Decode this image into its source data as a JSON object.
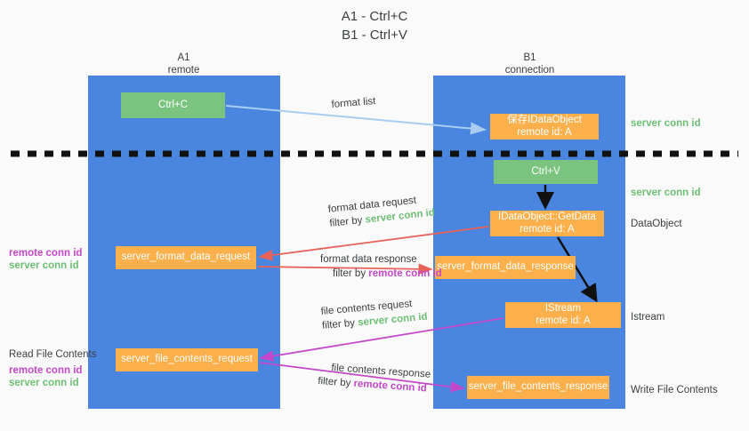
{
  "title": {
    "line1": "A1 - Ctrl+C",
    "line2": "B1 - Ctrl+V"
  },
  "columns": [
    {
      "name": "A1",
      "sub": "remote"
    },
    {
      "name": "B1",
      "sub": "connection"
    }
  ],
  "boxes": {
    "ctrl_c": "Ctrl+C",
    "save_idataobject_l1": "保存IDataObject",
    "save_idataobject_l2": "remote id: A",
    "ctrl_v": "Ctrl+V",
    "getdata_l1": "IDataObject::GetData",
    "getdata_l2": "remote id: A",
    "server_format_data_request": "server_format_data_request",
    "server_format_data_response": "server_format_data_response",
    "istream_l1": "IStream",
    "istream_l2": "remote id: A",
    "server_file_contents_request": "server_file_contents_request",
    "server_file_contents_response": "server_file_contents_response"
  },
  "edge_labels": {
    "format_list": "format list",
    "format_data_request": "format data request",
    "format_data_request_filter_prefix": "filter by ",
    "format_data_request_filter_value": "server conn id",
    "format_data_response": "format data response",
    "format_data_response_filter_prefix": "filter by ",
    "format_data_response_filter_value": "remote conn id",
    "file_contents_request": "file contents request",
    "file_contents_request_filter_prefix": "filter by ",
    "file_contents_request_filter_value": "server conn id",
    "file_contents_response": "file contents response",
    "file_contents_response_filter_prefix": "filter by ",
    "file_contents_response_filter_value": "remote conn id"
  },
  "right_annotations": {
    "server_conn_id_top": "server conn id",
    "server_conn_id_mid": "server conn id",
    "dataobject": "DataObject",
    "istream": "Istream",
    "write_file_contents": "Write File Contents"
  },
  "left_annotations": {
    "remote_conn_id_1": "remote conn id",
    "server_conn_id_1": "server conn id",
    "read_file_contents": "Read File Contents",
    "remote_conn_id_2": "remote conn id",
    "server_conn_id_2": "server conn id"
  },
  "colors": {
    "lane_blue": "#4a86e0",
    "green_box": "#7ac47f",
    "orange_box": "#fbb04c",
    "arrow_lightblue": "#a8cdf0",
    "arrow_red": "#e8625a",
    "arrow_magenta": "#c348c9",
    "arrow_black": "#000000",
    "green_text": "#6cbf73",
    "purple_text": "#c348c9",
    "page_bg": "#fafafa"
  }
}
